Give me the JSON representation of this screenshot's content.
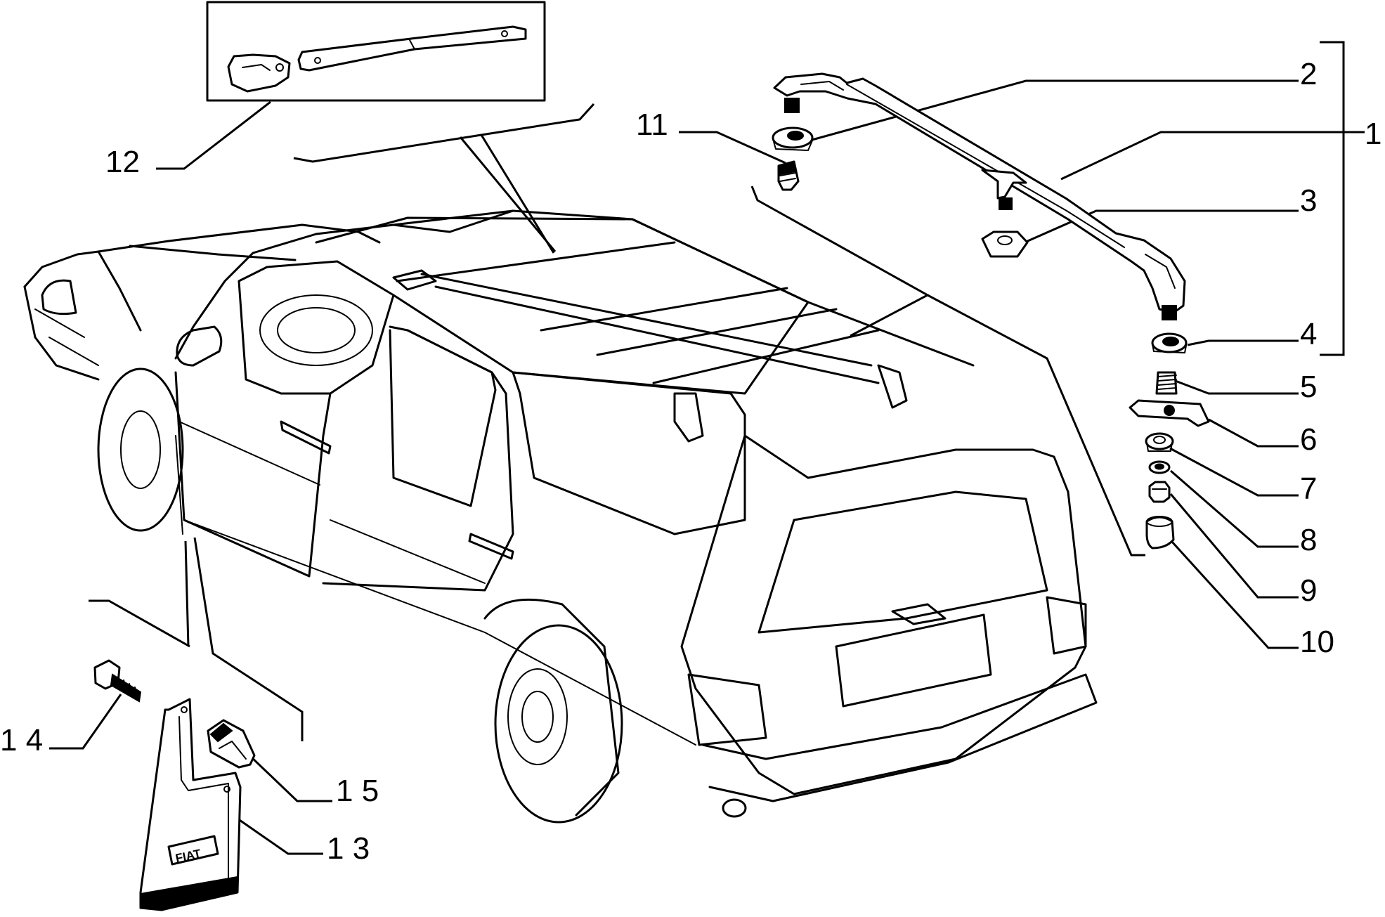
{
  "diagram": {
    "callouts": [
      {
        "id": "1",
        "text": "1"
      },
      {
        "id": "2",
        "text": "2"
      },
      {
        "id": "3",
        "text": "3"
      },
      {
        "id": "4",
        "text": "4"
      },
      {
        "id": "5",
        "text": "5"
      },
      {
        "id": "6",
        "text": "6"
      },
      {
        "id": "7",
        "text": "7"
      },
      {
        "id": "8",
        "text": "8"
      },
      {
        "id": "9",
        "text": "9"
      },
      {
        "id": "10",
        "text": "10"
      },
      {
        "id": "11",
        "text": "11"
      },
      {
        "id": "12",
        "text": "12"
      },
      {
        "id": "13",
        "text": "1 3"
      },
      {
        "id": "14",
        "text": "1 4"
      },
      {
        "id": "15",
        "text": "1 5"
      }
    ],
    "mudflap_logo": "FIAT"
  }
}
